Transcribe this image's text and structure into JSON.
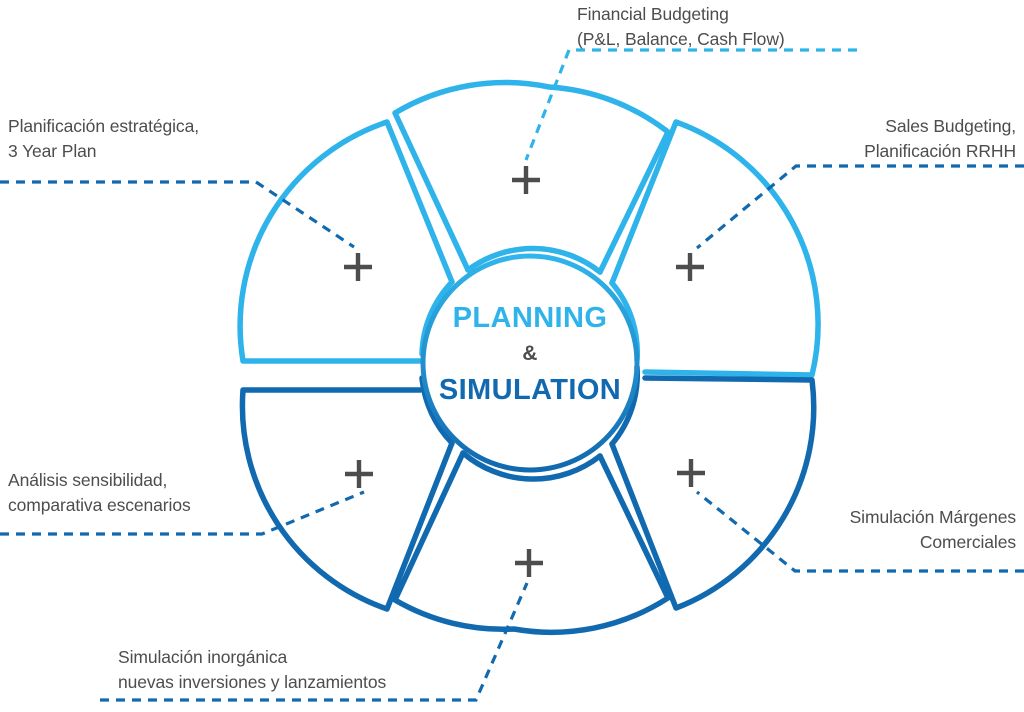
{
  "diagram": {
    "title_center": {
      "line1": "PLANNING",
      "amp": "&",
      "line2": "SIMULATION"
    },
    "colors": {
      "light_blue": "#2EB3EA",
      "dark_blue": "#1169AF",
      "text_gray": "#4d4d4d",
      "background": "#ffffff"
    },
    "segments": [
      {
        "id": "financial-budgeting",
        "label_lines": [
          "Financial Budgeting",
          "(P&L, Balance, Cash Flow)"
        ],
        "color": "light_blue",
        "position": "top",
        "marker": "plus"
      },
      {
        "id": "sales-budgeting",
        "label_lines": [
          "Sales Budgeting,",
          "Planificación RRHH"
        ],
        "color": "light_blue",
        "position": "top-right",
        "marker": "plus"
      },
      {
        "id": "simulacion-margenes",
        "label_lines": [
          "Simulación Márgenes",
          "Comerciales"
        ],
        "color": "dark_blue",
        "position": "bottom-right",
        "marker": "plus"
      },
      {
        "id": "simulacion-inorganica",
        "label_lines": [
          "Simulación inorgánica",
          "nuevas inversiones y lanzamientos"
        ],
        "color": "dark_blue",
        "position": "bottom",
        "marker": "plus"
      },
      {
        "id": "analisis-sensibilidad",
        "label_lines": [
          "Análisis sensibilidad,",
          "comparativa escenarios"
        ],
        "color": "dark_blue",
        "position": "bottom-left",
        "marker": "plus"
      },
      {
        "id": "planificacion-estrategica",
        "label_lines": [
          "Planificación estratégica,",
          "3 Year Plan"
        ],
        "color": "light_blue",
        "position": "top-left",
        "marker": "plus"
      }
    ]
  },
  "callouts": {
    "financial_budgeting": {
      "l1": "Financial Budgeting",
      "l2": "(P&L, Balance, Cash Flow)"
    },
    "planificacion_estrategica": {
      "l1": "Planificación estratégica,",
      "l2": "3 Year Plan"
    },
    "sales_budgeting": {
      "l1": "Sales Budgeting,",
      "l2": "Planificación RRHH"
    },
    "analisis_sensibilidad": {
      "l1": "Análisis sensibilidad,",
      "l2": "comparativa escenarios"
    },
    "simulacion_margenes": {
      "l1": "Simulación Márgenes",
      "l2": "Comerciales"
    },
    "simulacion_inorganica": {
      "l1": "Simulación inorgánica",
      "l2": "nuevas inversiones y lanzamientos"
    }
  }
}
